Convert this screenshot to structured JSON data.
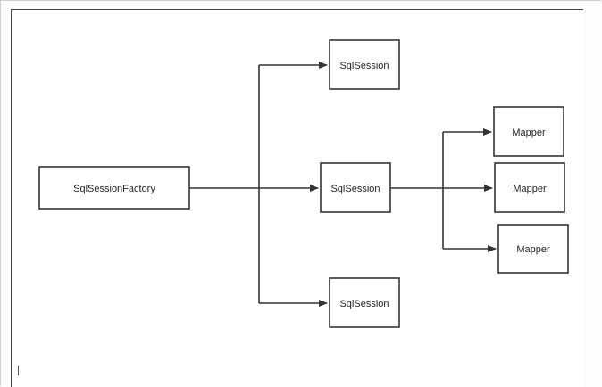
{
  "diagram": {
    "root": {
      "label": "SqlSessionFactory"
    },
    "sessions": [
      {
        "label": "SqlSession"
      },
      {
        "label": "SqlSession"
      },
      {
        "label": "SqlSession"
      }
    ],
    "mappers": [
      {
        "label": "Mapper"
      },
      {
        "label": "Mapper"
      },
      {
        "label": "Mapper"
      }
    ],
    "colors": {
      "stroke": "#333333",
      "box_fill": "#ffffff",
      "text": "#222222"
    }
  }
}
